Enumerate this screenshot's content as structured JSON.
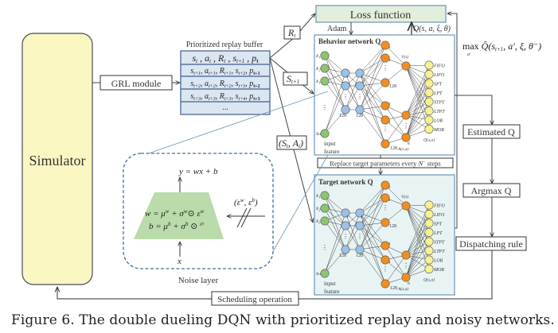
{
  "figure": {
    "caption": "Figure 6. The double dueling DQN with prioritized replay and noisy networks."
  },
  "colors": {
    "simulator_fill": "#fbf7c3",
    "loss_fill": "#e3efdc",
    "buffer_fill": "#dbe6f3",
    "buffer_border": "#3d5f8c",
    "network_border": "#6a94bb",
    "target_fill": "#e8f3f4",
    "input_node": "#8cc56e",
    "hidden_node": "#9cc1e6",
    "stream_node": "#f28e1f",
    "output_node": "#f9f08f",
    "noise_dash": "#3f6fa0",
    "noise_trapezoid": "#b9dcaa"
  },
  "simulator": {
    "label": "Simulator"
  },
  "grl_module": {
    "label": "GRL module"
  },
  "replay_buffer": {
    "title": "Prioritized replay buffer",
    "rows": [
      "s_t , a_t , R_t , s_{t+1} , p_t",
      "s_{t+1}, a_{t+1}, R_{t+1}, s_{t+2}, p_{t+1}",
      "s_{t+2}, a_{t+2}, R_{t+2}, s_{t+3}, p_{t+2}",
      "s_{t+3}, a_{t+3}, R_{t+3}, s_{t+4}, p_{t+3}",
      "..."
    ]
  },
  "edge_labels": {
    "reward": "R",
    "reward_sub": "t",
    "next_state": "S",
    "next_state_sub": "t+1",
    "state_action": "(S",
    "state_action_s_sub": "t",
    "state_action_mid": ", A",
    "state_action_a_sub": "t",
    "state_action_end": ")"
  },
  "loss_function": {
    "label": "Loss function",
    "optimizer": "Adam",
    "q_behavior": "Q(s, a, ξ, θ)",
    "q_target": "max Q̂(s_{t+1}, a′, ξ, θ⁻)",
    "q_target_max": "max",
    "q_target_sub": "a′",
    "q_target_expr": "Q̂(s",
    "q_target_expr_sub": "t+1",
    "q_target_expr_end": ", a′, ξ, θ⁻)"
  },
  "behavior_network": {
    "title": "Behavior network Q",
    "inputs": [
      "x1",
      "x2",
      "x3",
      "xn"
    ],
    "input_labels": [
      "x₁",
      "x₂",
      "x₃",
      "xₙ"
    ],
    "input_caption": [
      "input",
      "feature"
    ],
    "hidden_sizes": [
      "128",
      "128"
    ],
    "value_stream_size": "128",
    "advantage_stream_size": "128",
    "value_label": "V(s)",
    "advantage_label": "A(s,a)",
    "output_label": "Q(s,a)",
    "num_actions": "8",
    "outputs": [
      "FIFO",
      "LIFO",
      "SPT",
      "LPT",
      "STPT",
      "LTPT",
      "LOR",
      "MOR"
    ]
  },
  "target_network": {
    "title": "Target network Q",
    "input_labels": [
      "x₁",
      "x₂",
      "x₃",
      "xₙ"
    ],
    "input_caption": [
      "input",
      "feature"
    ],
    "hidden_sizes": [
      "128",
      "128"
    ],
    "value_stream_size": "128",
    "advantage_stream_size": "128",
    "value_label": "V(s)",
    "advantage_label": "A(s,a)",
    "output_label": "Q(s,a)",
    "num_actions": "8",
    "outputs": [
      "FIFO",
      "LIFO",
      "SPT",
      "LPT",
      "STPT",
      "LTPT",
      "LOR",
      "MOR"
    ]
  },
  "replace_target": {
    "label": "Replace target parameters every N⁻ steps",
    "prefix": "Replace target parameters every ",
    "var": "N",
    "sup": "−",
    "suffix": " steps"
  },
  "noise_layer": {
    "title": "Noise layer",
    "output_eq": "y = wx + b",
    "weight_eq": "w = μʷ + σʷ ⊙ εʷ",
    "bias_eq": "b = μᵇ + σᵇ ⊙ εᵇ",
    "input": "x",
    "noise": "(εʷ, εᵇ)"
  },
  "pipeline": {
    "estimated_q": "Estimated Q",
    "argmax_q": "Argmax Q",
    "dispatching_rule": "Dispatching rule",
    "scheduling_operation": "Scheduling operation"
  }
}
